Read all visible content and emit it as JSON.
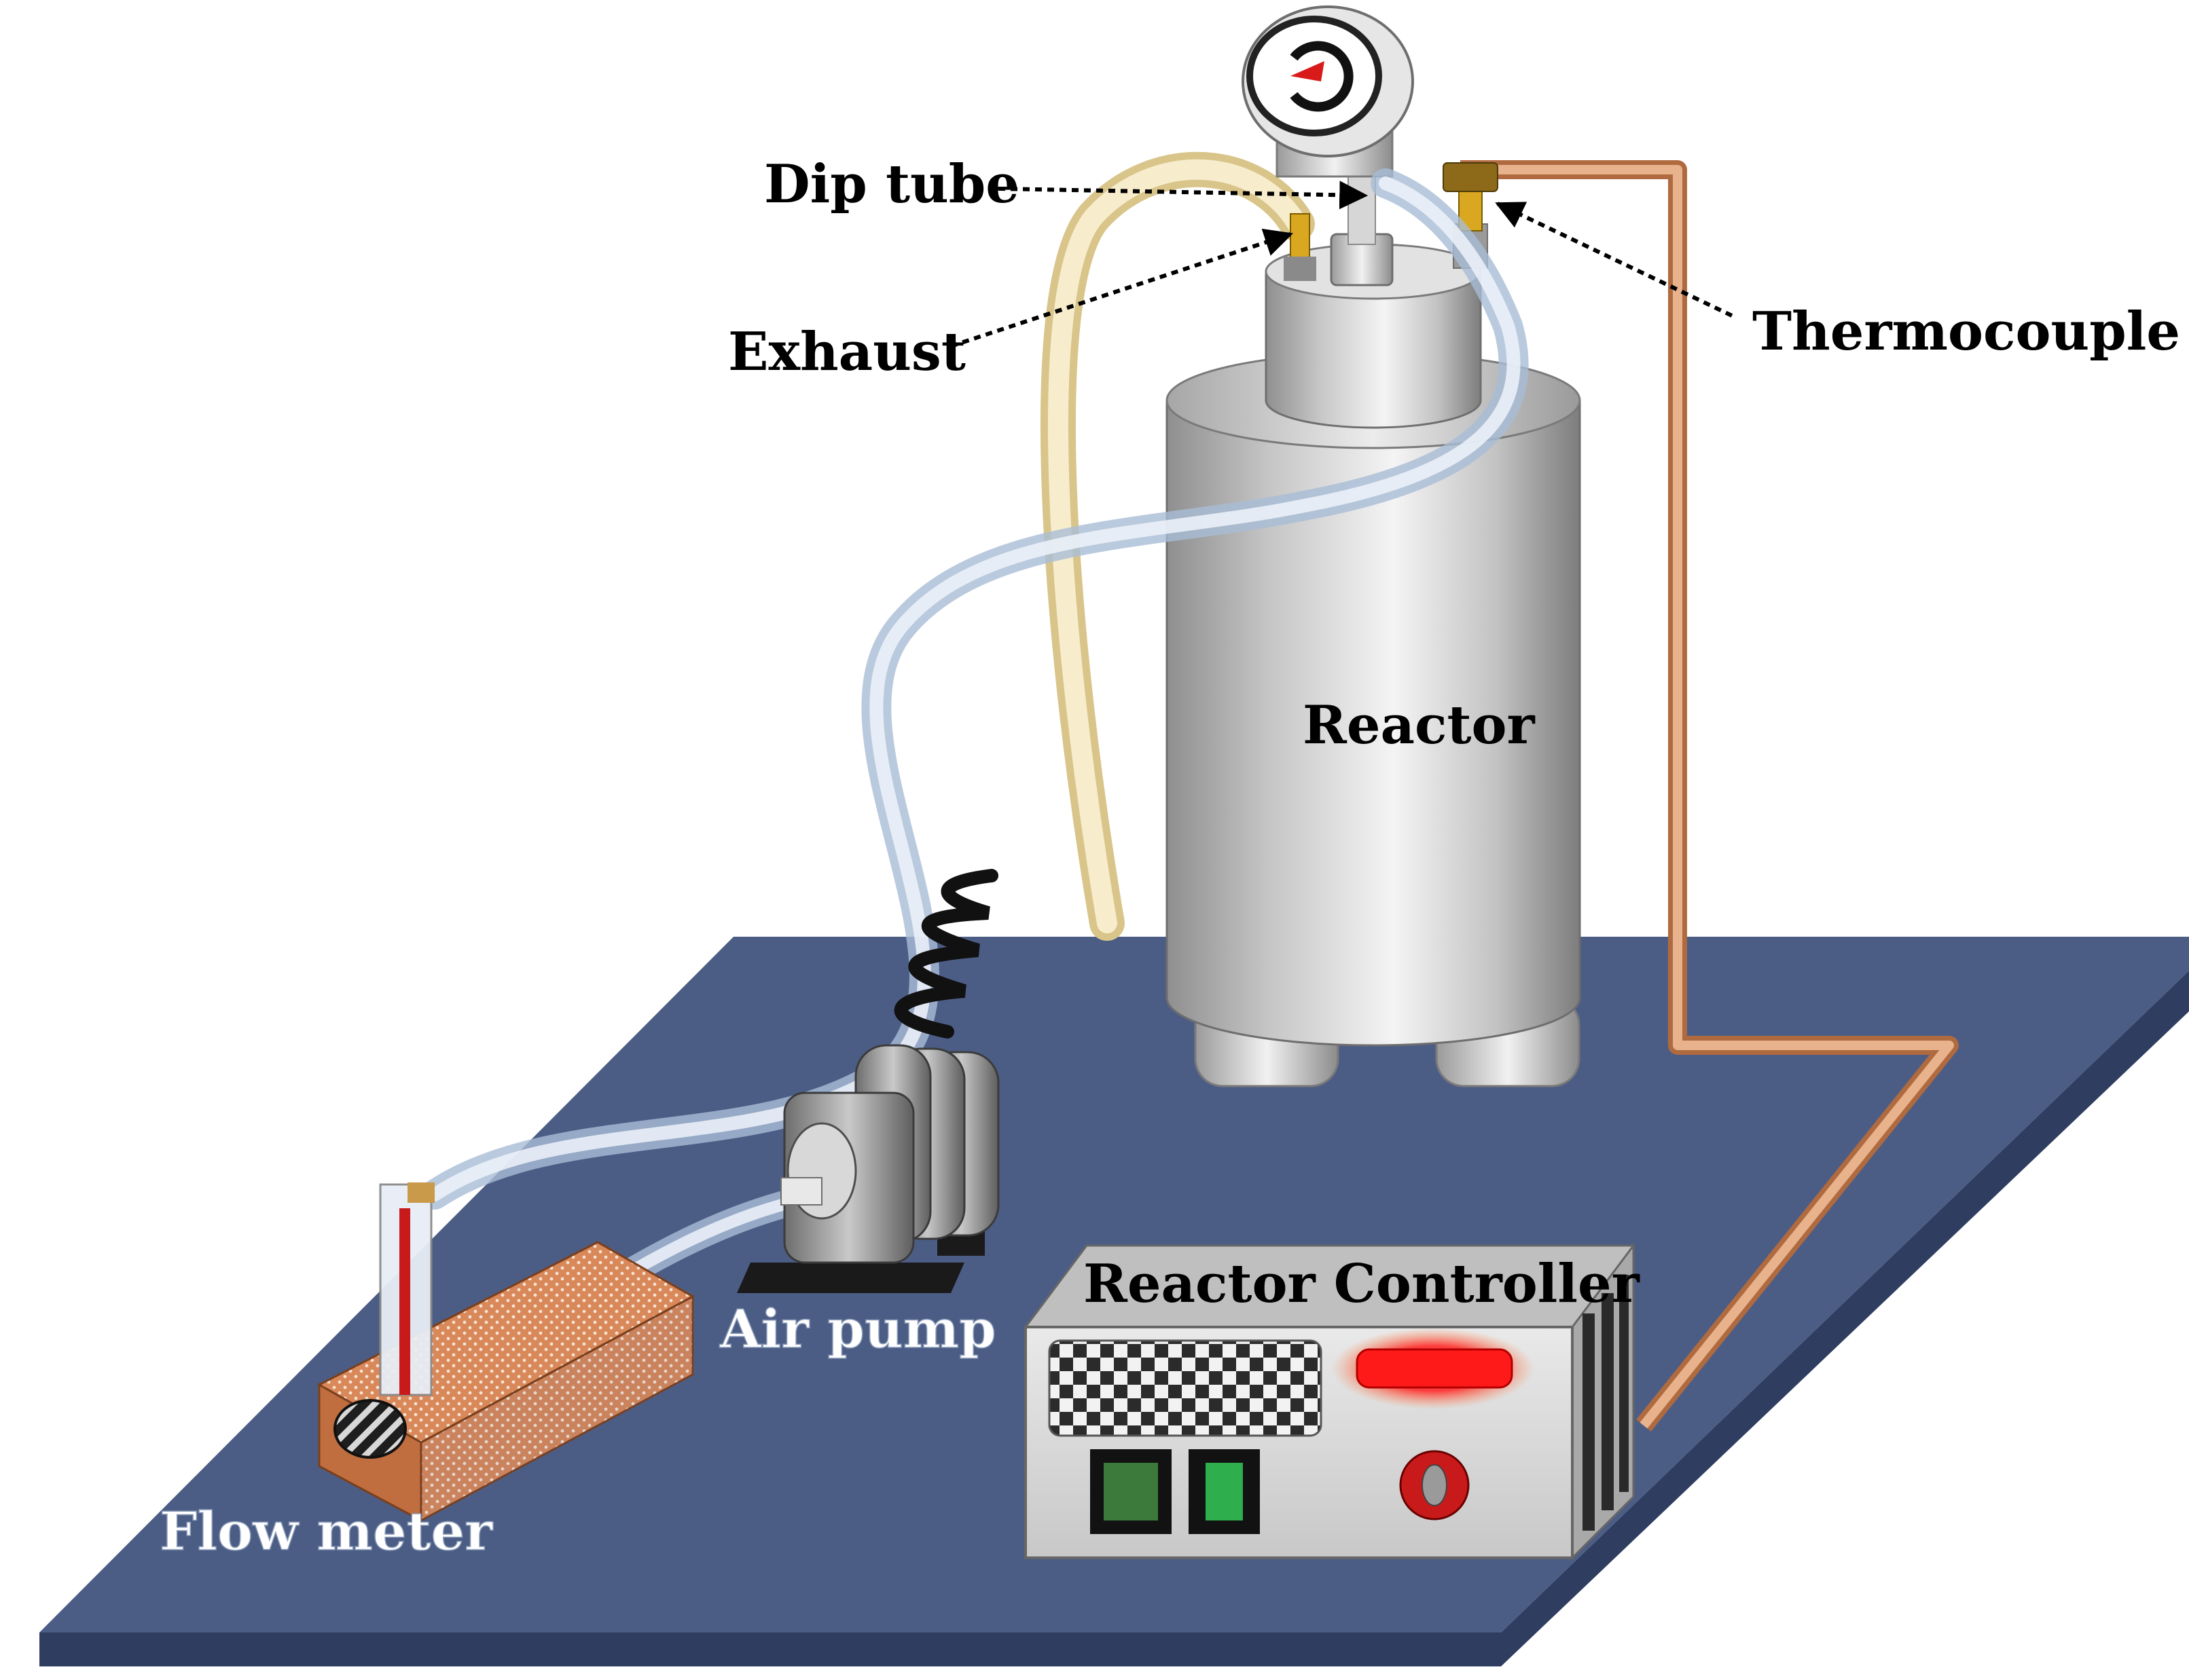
{
  "labels": {
    "dip_tube": "Dip tube",
    "exhaust": "Exhaust",
    "thermocouple": "Thermocouple",
    "reactor": "Reactor",
    "reactor_controller": "Reactor Controller",
    "air_pump": "Air pump",
    "flow_meter": "Flow meter"
  },
  "colors": {
    "platform_top": "#4c5d85",
    "platform_edge": "#2e3d60",
    "reactor_body": "#c9c9c9",
    "copper_line": "#d4956b",
    "air_hose": "#c4d4e8",
    "exhaust_hose": "#f1e2b0",
    "controller_body": "#d6d6d6",
    "indicator_red": "#ff1a1a",
    "switch_green": "#2fae4e",
    "flowmeter_box": "#d9885a"
  },
  "icons": {
    "pressure_gauge": "pressure-gauge-icon",
    "thermocouple_fitting": "thermocouple-fitting-icon",
    "indicator_lamp": "indicator-lamp-icon",
    "power_switch": "power-switch-icon"
  }
}
